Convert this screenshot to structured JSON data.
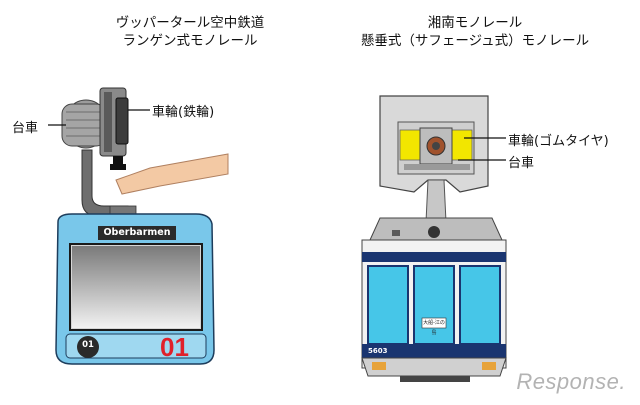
{
  "left": {
    "title_line1": "ヴッパータール空中鉄道",
    "title_line2": "ランゲン式モノレール",
    "label_bogie": "台車",
    "label_wheel": "車輪(鉄輪)",
    "destination": "Oberbarmen",
    "route_small": "01",
    "route_big": "01"
  },
  "right": {
    "title_line1": "湘南モノレール",
    "title_line2": "懸垂式（サフェージュ式）モノレール",
    "label_wheel": "車輪(ゴムタイヤ)",
    "label_bogie": "台車",
    "car_number": "5603",
    "plate": "大船-江の島"
  },
  "watermark": "Response.",
  "colors": {
    "wuppertal_blue": "#79c7ea",
    "route_red": "#e0202a",
    "shonan_cyan": "#46c6e8",
    "shonan_navy": "#1a3570",
    "tire_yellow": "#f2e600",
    "track_gray": "#d9d9d9"
  }
}
